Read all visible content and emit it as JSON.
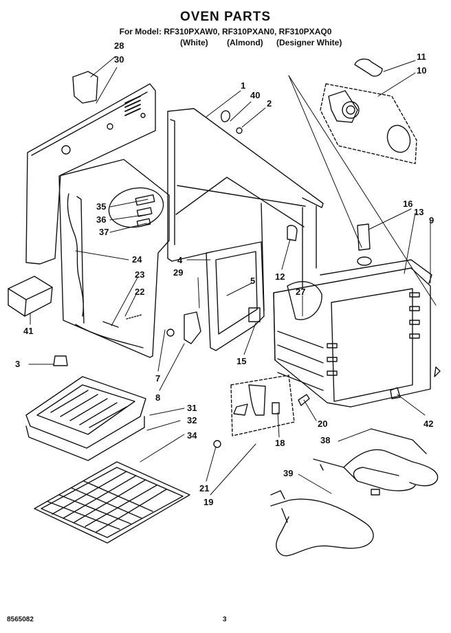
{
  "header": {
    "title": "OVEN PARTS",
    "models": "For Model: RF310PXAW0, RF310PXAN0, RF310PXAQ0",
    "variants": [
      "(White)",
      "(Almond)",
      "(Designer White)"
    ]
  },
  "callouts": [
    {
      "id": "28",
      "text": "28"
    },
    {
      "id": "30",
      "text": "30"
    },
    {
      "id": "1",
      "text": "1"
    },
    {
      "id": "40",
      "text": "40"
    },
    {
      "id": "2",
      "text": "2"
    },
    {
      "id": "11",
      "text": "11"
    },
    {
      "id": "10",
      "text": "10"
    },
    {
      "id": "35",
      "text": "35"
    },
    {
      "id": "36",
      "text": "36"
    },
    {
      "id": "37",
      "text": "37"
    },
    {
      "id": "24",
      "text": "24"
    },
    {
      "id": "4",
      "text": "4"
    },
    {
      "id": "16",
      "text": "16"
    },
    {
      "id": "13",
      "text": "13"
    },
    {
      "id": "9",
      "text": "9"
    },
    {
      "id": "12",
      "text": "12"
    },
    {
      "id": "23",
      "text": "23"
    },
    {
      "id": "29",
      "text": "29"
    },
    {
      "id": "5",
      "text": "5"
    },
    {
      "id": "22",
      "text": "22"
    },
    {
      "id": "27",
      "text": "27"
    },
    {
      "id": "41",
      "text": "41"
    },
    {
      "id": "3",
      "text": "3"
    },
    {
      "id": "15",
      "text": "15"
    },
    {
      "id": "7",
      "text": "7"
    },
    {
      "id": "8",
      "text": "8"
    },
    {
      "id": "31",
      "text": "31"
    },
    {
      "id": "20",
      "text": "20"
    },
    {
      "id": "42",
      "text": "42"
    },
    {
      "id": "32",
      "text": "32"
    },
    {
      "id": "18",
      "text": "18"
    },
    {
      "id": "34",
      "text": "34"
    },
    {
      "id": "38",
      "text": "38"
    },
    {
      "id": "21",
      "text": "21"
    },
    {
      "id": "39",
      "text": "39"
    },
    {
      "id": "19",
      "text": "19"
    }
  ],
  "footer": {
    "doc_number": "8565082",
    "page_number": "3"
  }
}
